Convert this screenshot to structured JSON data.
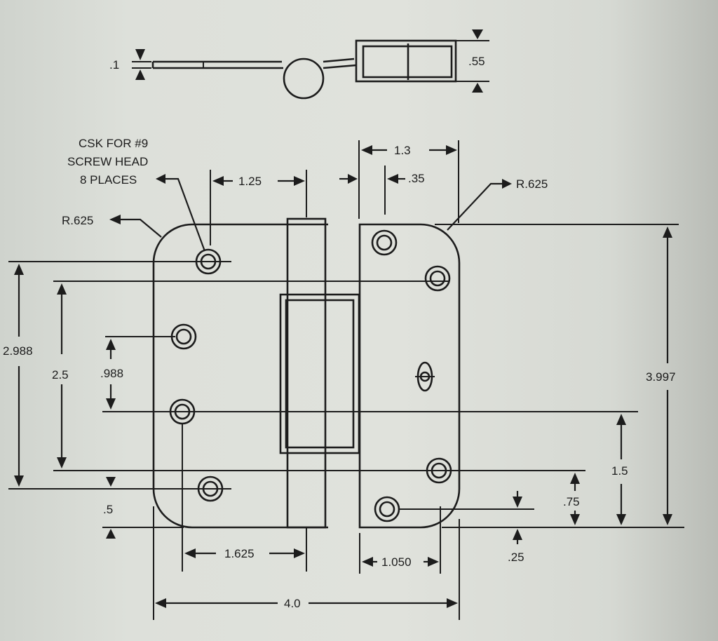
{
  "note": {
    "line1": "CSK FOR #9",
    "line2": "SCREW HEAD",
    "line3": "8 PLACES"
  },
  "dims": {
    "plate_thickness": ".1",
    "barrel_height": ".55",
    "hole_offset_top": "1.25",
    "right_width": "1.3",
    "right_hole_offset": ".35",
    "radius_left": "R.625",
    "radius_right": "R.625",
    "left_outer_span": "2.988",
    "left_inner_span": "2.5",
    "left_hole_gap": ".988",
    "left_bottom": ".5",
    "right_height": "3.997",
    "right_lower_span": "1.5",
    "right_hole_low": ".75",
    "right_bottom": ".25",
    "left_hole_to_knuckle": "1.625",
    "right_hole_from_edge": "1.050",
    "overall_width": "4.0"
  }
}
